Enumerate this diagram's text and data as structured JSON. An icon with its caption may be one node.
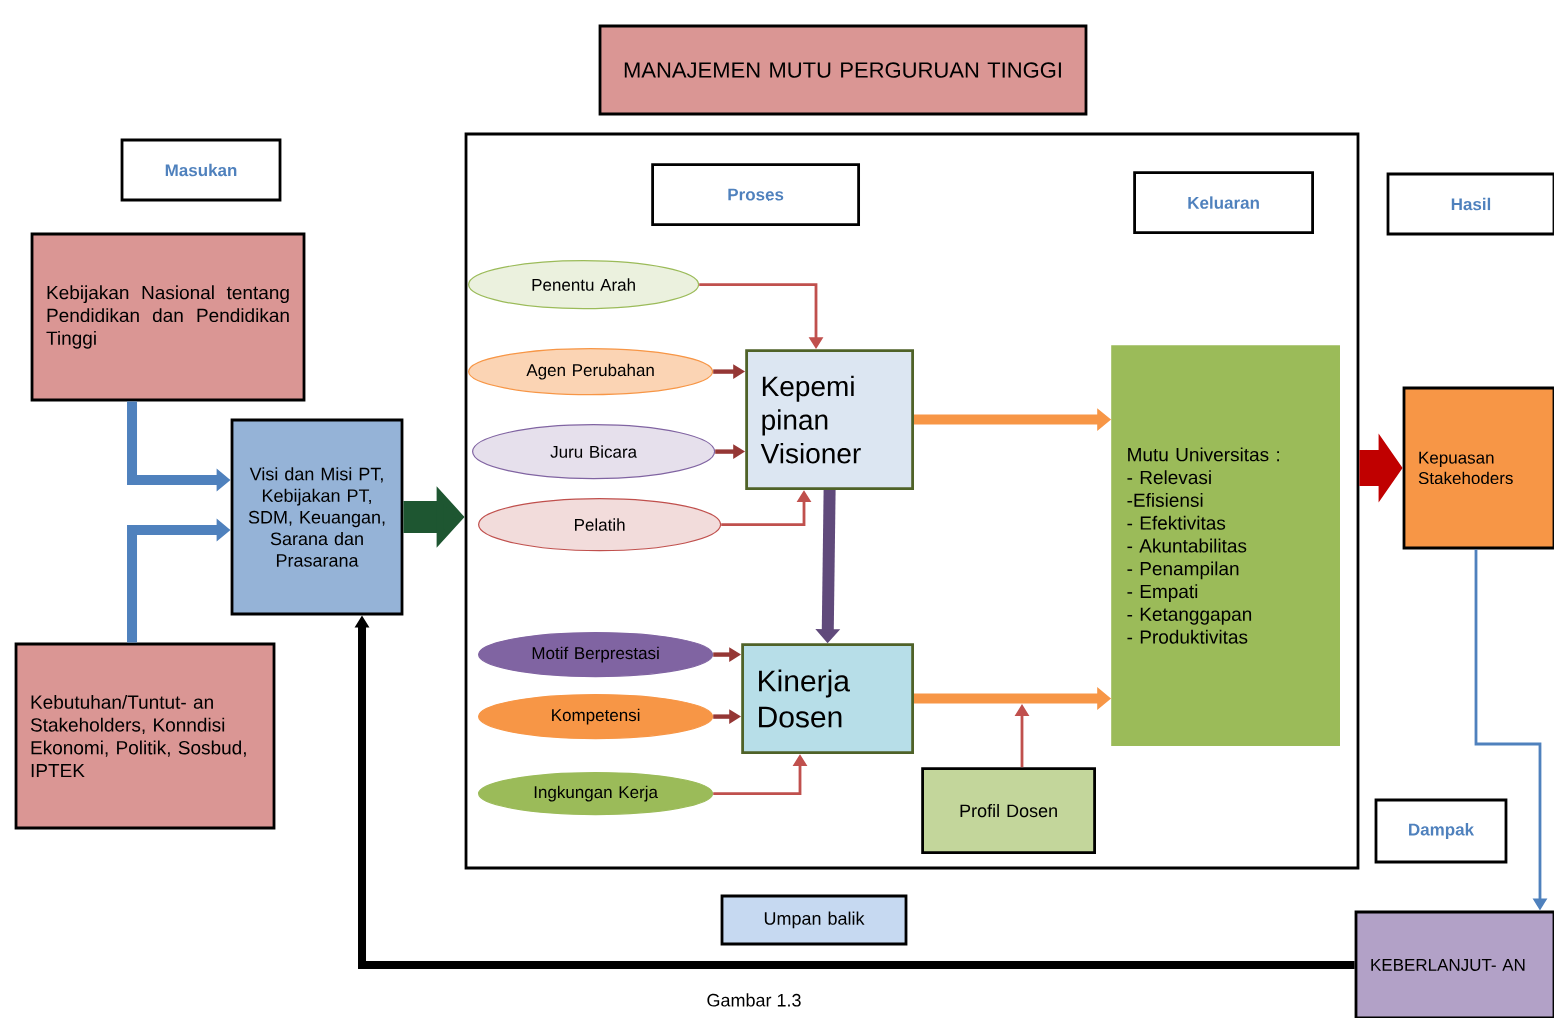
{
  "diagram": {
    "caption": "Gambar 1.3",
    "nodes": [
      {
        "text": [
          "MANAJEMEN MUTU PERGURUAN TINGGI"
        ]
      },
      {
        "text": [
          "Masukan"
        ]
      },
      {
        "text": [
          "Kebijakan Nasional tentang Pendidikan dan Pendidikan Tinggi"
        ]
      },
      {
        "text": [
          "Visi dan Misi PT, Kebijakan PT, SDM, Keuangan, Sarana dan Prasarana"
        ]
      },
      {
        "text": [
          "Kebutuhan/Tuntut- an Stakeholders, Konndisi Ekonomi, Politik, Sosbud, IPTEK"
        ]
      },
      {
        "text": [],
        "shape": "box"
      },
      {
        "text": [
          "Proses"
        ],
        "in": 5
      },
      {
        "text": [
          "Keluaran"
        ],
        "in": 5
      },
      {
        "text": [
          "Penentu Arah"
        ],
        "in": 5
      },
      {
        "text": [
          "Agen Perubahan"
        ],
        "in": 5
      },
      {
        "text": [
          "Juru Bicara"
        ],
        "in": 5
      },
      {
        "text": [
          "Pelatih"
        ],
        "in": 5
      },
      {
        "text": [
          "Kepemi pinan Visioner"
        ],
        "in": 5
      },
      {
        "text": [
          "Motif Berprestasi"
        ],
        "in": 5
      },
      {
        "text": [
          "Kompetensi"
        ],
        "in": 5
      },
      {
        "text": [
          "Ingkungan Kerja"
        ],
        "in": 5
      },
      {
        "text": [
          "Kinerja Dosen"
        ],
        "in": 5
      },
      {
        "text": [
          "Profil Dosen"
        ],
        "in": 5
      },
      {
        "text": [
          "Mutu Universitas :",
          "- Relevasi",
          "-Efisiensi",
          "- Efektivitas",
          "- Akuntabilitas",
          "- Penampilan",
          "- Empati",
          "- Ketanggapan",
          "- Produktivitas"
        ],
        "in": 5
      },
      {
        "text": [
          "Hasil"
        ]
      },
      {
        "text": [
          "Kepuasan Stakehoders"
        ]
      },
      {
        "text": [
          "Dampak"
        ]
      },
      {
        "text": [
          "KEBERLANJUT- AN"
        ]
      },
      {
        "text": [
          "Umpan balik"
        ]
      }
    ],
    "edges": [
      {
        "from": 2,
        "to": 3,
        "arrow": "to",
        "style": "thick",
        "color": "#4f81bd"
      },
      {
        "from": 4,
        "to": 3,
        "arrow": "to",
        "style": "thick",
        "color": "#4f81bd"
      },
      {
        "from": 3,
        "to": 5,
        "arrow": "to",
        "style": "thick",
        "color": "#1e5631"
      },
      {
        "from": 8,
        "to": 12,
        "arrow": "to"
      },
      {
        "from": 9,
        "to": 12,
        "arrow": "to",
        "color": "#953735"
      },
      {
        "from": 10,
        "to": 12,
        "arrow": "to",
        "color": "#953735"
      },
      {
        "from": 11,
        "to": 12,
        "arrow": "to"
      },
      {
        "from": 13,
        "to": 16,
        "arrow": "to",
        "color": "#953735"
      },
      {
        "from": 14,
        "to": 16,
        "arrow": "to",
        "color": "#953735"
      },
      {
        "from": 15,
        "to": 16,
        "arrow": "to"
      },
      {
        "from": 12,
        "to": 16,
        "arrow": "to",
        "style": "thick",
        "color": "#604a7b"
      },
      {
        "from": 12,
        "to": 18,
        "arrow": "to",
        "style": "thick",
        "color": "#f79646"
      },
      {
        "from": 16,
        "to": 18,
        "arrow": "to",
        "style": "thick",
        "color": "#f79646"
      },
      {
        "from": 17,
        "to": null,
        "arrow": "to"
      },
      {
        "from": 5,
        "to": 20,
        "arrow": "to",
        "style": "thick",
        "color": "#c00000"
      },
      {
        "from": 20,
        "to": 22,
        "arrow": "to",
        "color": "#4f81bd"
      },
      {
        "from": 22,
        "to": 3,
        "arrow": "to",
        "style": "thick",
        "color": "#000000"
      }
    ]
  }
}
